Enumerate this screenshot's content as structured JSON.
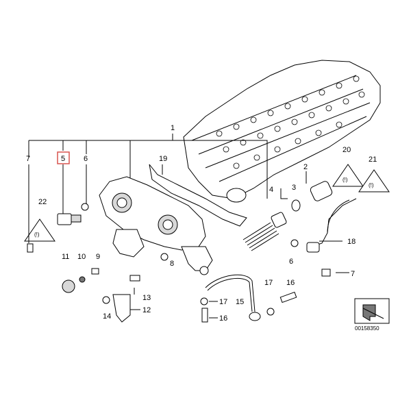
{
  "diagram": {
    "highlighted_label": "5",
    "callouts": [
      {
        "id": "c1",
        "text": "1"
      },
      {
        "id": "c7a",
        "text": "7"
      },
      {
        "id": "c5",
        "text": "5"
      },
      {
        "id": "c6a",
        "text": "6"
      },
      {
        "id": "c19",
        "text": "19"
      },
      {
        "id": "c2",
        "text": "2"
      },
      {
        "id": "c20",
        "text": "20"
      },
      {
        "id": "c21",
        "text": "21"
      },
      {
        "id": "c22",
        "text": "22"
      },
      {
        "id": "c3",
        "text": "3"
      },
      {
        "id": "c4",
        "text": "4"
      },
      {
        "id": "c18",
        "text": "18"
      },
      {
        "id": "c11",
        "text": "11"
      },
      {
        "id": "c10",
        "text": "10"
      },
      {
        "id": "c9",
        "text": "9"
      },
      {
        "id": "c6b",
        "text": "6"
      },
      {
        "id": "c7b",
        "text": "7"
      },
      {
        "id": "c8",
        "text": "8"
      },
      {
        "id": "c13",
        "text": "13"
      },
      {
        "id": "c17a",
        "text": "17"
      },
      {
        "id": "c15",
        "text": "15"
      },
      {
        "id": "c17b",
        "text": "17"
      },
      {
        "id": "c16a",
        "text": "16"
      },
      {
        "id": "c12",
        "text": "12"
      },
      {
        "id": "c14",
        "text": "14"
      },
      {
        "id": "c16b",
        "text": "16"
      }
    ],
    "reference_number": "00158350",
    "warning_icon": "warning-triangle-icon"
  }
}
